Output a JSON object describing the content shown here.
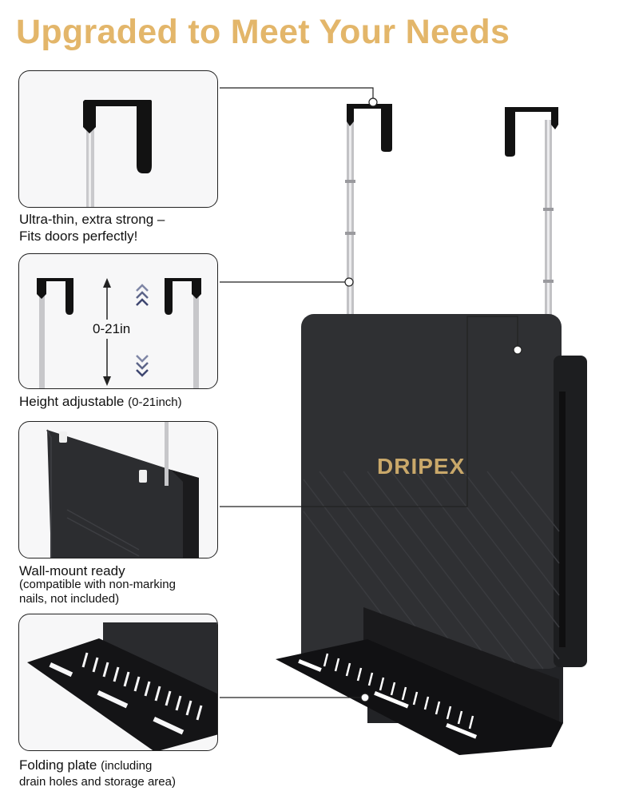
{
  "title": "Upgraded to Meet Your Needs",
  "features": [
    {
      "caption_line1": "Ultra-thin, extra strong –",
      "caption_line2": "Fits doors perfectly!"
    },
    {
      "caption_main": "Height adjustable",
      "caption_paren": "(0-21inch)",
      "range_label": "0-21in"
    },
    {
      "caption_main": "Wall-mount ready",
      "sub_line1": "(compatible with non-marking",
      "sub_line2": "nails, not included)"
    },
    {
      "caption_main": "Folding plate",
      "caption_paren": "(including",
      "sub_line1": "drain holes and storage area)"
    }
  ],
  "brand": "DRIPEX",
  "colors": {
    "title": "#e3b66a",
    "brand": "#c9a86a",
    "product": "#2f3033"
  }
}
